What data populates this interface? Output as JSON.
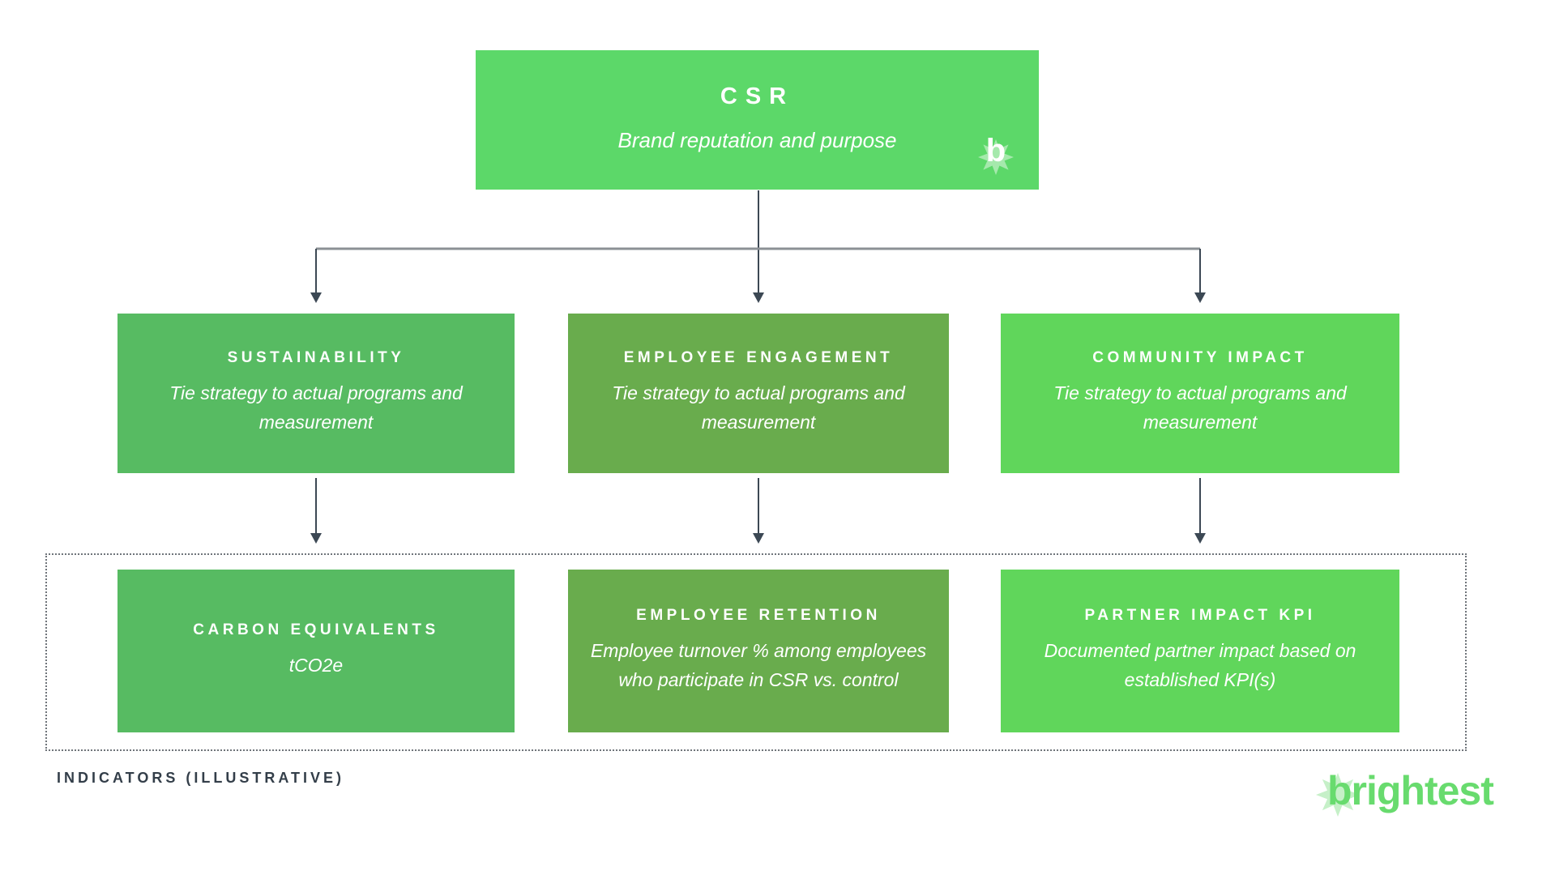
{
  "diagram": {
    "root": {
      "title": "CSR",
      "subtitle": "Brand reputation and purpose",
      "color": "#5cd869"
    },
    "pillars": [
      {
        "title": "SUSTAINABILITY",
        "subtitle": "Tie strategy to actual programs and measurement",
        "color": "#57bb62"
      },
      {
        "title": "EMPLOYEE ENGAGEMENT",
        "subtitle": "Tie strategy to actual programs and measurement",
        "color": "#69ac4d"
      },
      {
        "title": "COMMUNITY IMPACT",
        "subtitle": "Tie strategy to actual programs and measurement",
        "color": "#60d65b"
      }
    ],
    "indicators": [
      {
        "title": "CARBON EQUIVALENTS",
        "subtitle": "tCO2e",
        "color": "#57bb62"
      },
      {
        "title": "EMPLOYEE RETENTION",
        "subtitle": "Employee turnover % among employees who participate in CSR vs. control",
        "color": "#69ac4d"
      },
      {
        "title": "PARTNER IMPACT KPI",
        "subtitle": "Documented partner impact based on established KPI(s)",
        "color": "#60d65b"
      }
    ],
    "indicators_label": "INDICATORS (ILLUSTRATIVE)",
    "brand": {
      "wordmark": "brightest",
      "badge_letter": "b",
      "logo_green": "#68db6e",
      "logo_star_green": "#c6f0c8"
    },
    "colors": {
      "connector_dark": "#3c4854",
      "connector_gray": "#8b9095",
      "label_text": "#333e49",
      "background": "#ffffff"
    }
  }
}
